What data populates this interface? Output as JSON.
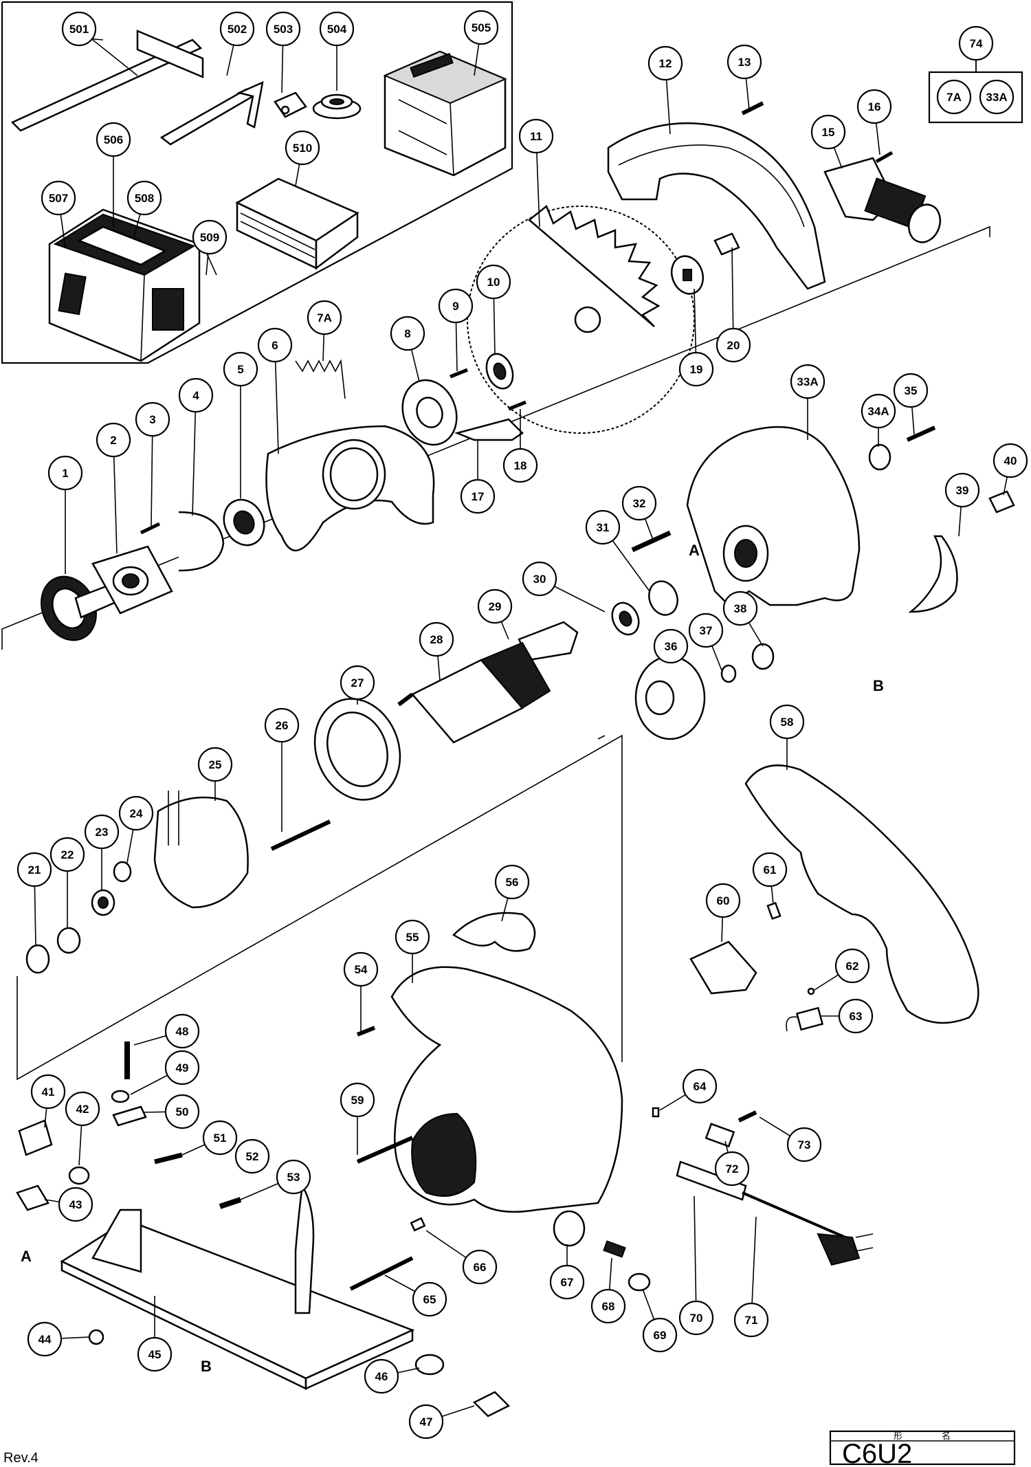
{
  "diagram": {
    "model": "C6U2",
    "header_label_left": "形",
    "header_label_right": "名",
    "revision": "Rev.4",
    "section_markers": [
      "A",
      "B"
    ],
    "callouts": [
      "1",
      "2",
      "3",
      "4",
      "5",
      "6",
      "7A",
      "8",
      "9",
      "10",
      "11",
      "12",
      "13",
      "15",
      "16",
      "17",
      "18",
      "19",
      "20",
      "21",
      "22",
      "23",
      "24",
      "25",
      "26",
      "27",
      "28",
      "29",
      "30",
      "31",
      "32",
      "33A",
      "34A",
      "35",
      "36",
      "37",
      "38",
      "39",
      "40",
      "41",
      "42",
      "43",
      "44",
      "45",
      "46",
      "47",
      "48",
      "49",
      "50",
      "51",
      "52",
      "53",
      "54",
      "55",
      "56",
      "58",
      "59",
      "60",
      "61",
      "62",
      "63",
      "64",
      "65",
      "66",
      "67",
      "68",
      "69",
      "70",
      "71",
      "72",
      "73",
      "74",
      "501",
      "502",
      "503",
      "504",
      "505",
      "506",
      "507",
      "508",
      "509",
      "510"
    ],
    "kit_74_contents": [
      "7A",
      "33A"
    ]
  }
}
